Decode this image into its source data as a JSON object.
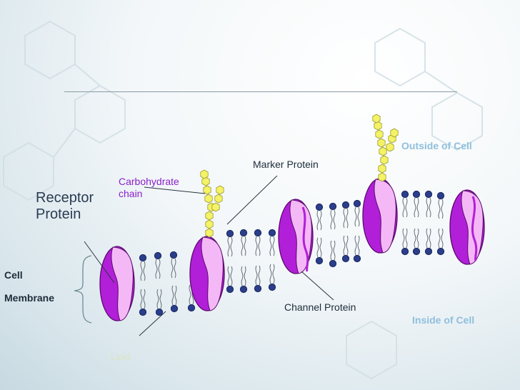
{
  "labels": {
    "receptor_protein": "Receptor\nProtein",
    "carbohydrate_chain": "Carbohydrate\nchain",
    "marker_protein": "Marker Protein",
    "outside_of_cell": "Outside of Cell",
    "inside_of_cell": "Inside of Cell",
    "channel_protein": "Channel Protein",
    "cell_membrane": "Cell\nMembrane",
    "lipid": "Lipid"
  },
  "colors": {
    "protein_light": "#f4b8f6",
    "protein_dark": "#b21fd8",
    "lipid_head": "#2a3e8c",
    "carbohydrate": "#f4f265",
    "accent_label": "#8fbfdc"
  }
}
